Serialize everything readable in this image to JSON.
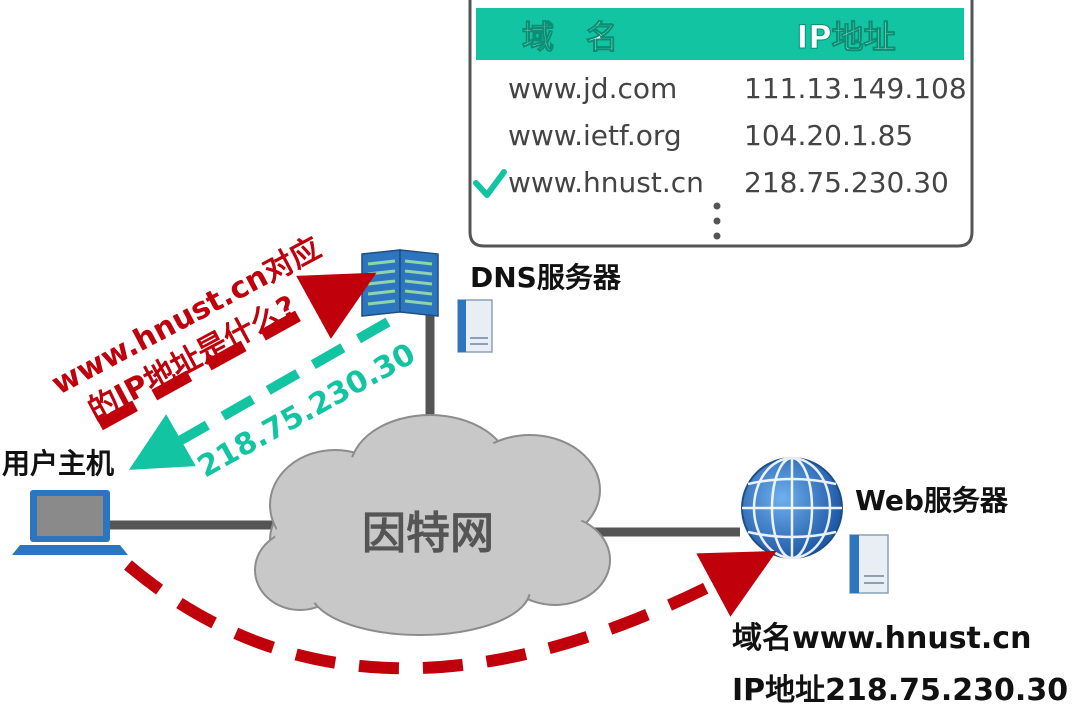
{
  "dns_table": {
    "header_domain": "域　名",
    "header_ip": "IP地址",
    "rows": [
      {
        "domain": "www.jd.com",
        "ip": "111.13.149.108",
        "checked": false
      },
      {
        "domain": "www.ietf.org",
        "ip": "104.20.1.85",
        "checked": false
      },
      {
        "domain": "www.hnust.cn",
        "ip": "218.75.230.30",
        "checked": true
      }
    ],
    "header_color": "#13c4a3"
  },
  "dns_server": {
    "label": "DNS服务器"
  },
  "web_server": {
    "label": "Web服务器"
  },
  "host": {
    "label": "用户主机"
  },
  "internet": {
    "label": "因特网"
  },
  "query": {
    "line1": "www.hnust.cn对应",
    "line2": "的IP地址是什么?",
    "color": "#c0000b"
  },
  "response": {
    "text": "218.75.230.30",
    "color": "#13c4a3"
  },
  "web_info": {
    "line1": "域名www.hnust.cn",
    "line2": "IP地址218.75.230.30"
  },
  "colors": {
    "query_red": "#c0000b",
    "teal": "#13c4a3",
    "link_gray": "#555555",
    "cloud": "#c8c8c8",
    "server_blue": "#2e75c0"
  }
}
